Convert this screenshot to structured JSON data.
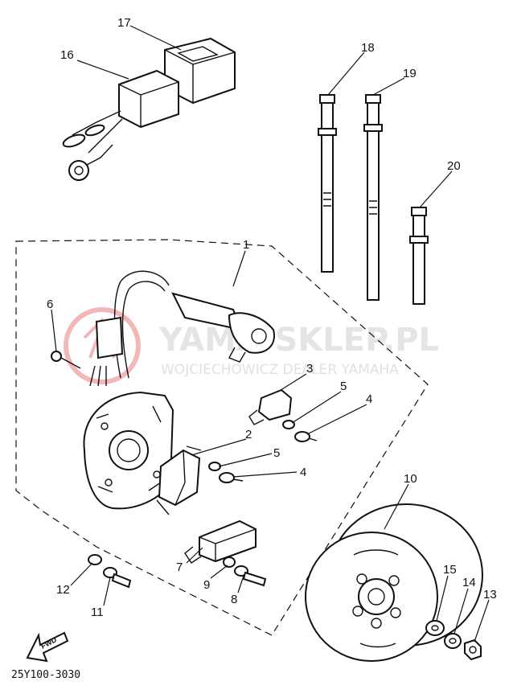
{
  "callouts": [
    "1",
    "2",
    "3",
    "4",
    "4",
    "5",
    "5",
    "6",
    "7",
    "8",
    "9",
    "10",
    "11",
    "12",
    "13",
    "14",
    "15",
    "16",
    "17",
    "18",
    "19",
    "20"
  ],
  "doc_number": "25Y100-3030",
  "fwd_label": "FWD",
  "watermark": {
    "main": "YAMA-SKLEP.PL",
    "sub": "WOJCIECHOWICZ DEALER YAMAHA"
  },
  "colors": {
    "line": "#111111",
    "watermark": "#d9d9d9",
    "logo": "#f2b8b8"
  }
}
